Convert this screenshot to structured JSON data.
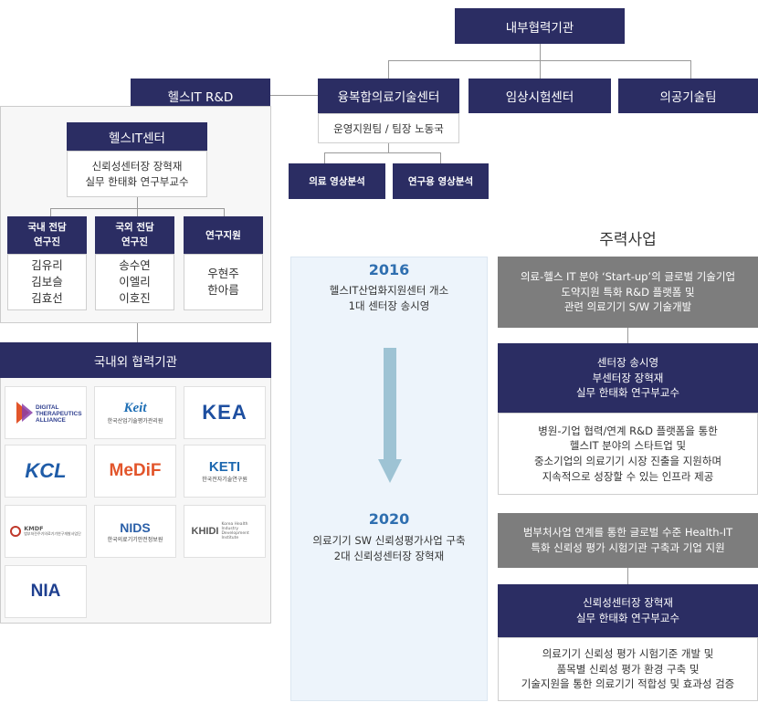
{
  "top": {
    "internal_partners": "내부협력기관",
    "healthit_rd": "헬스IT R&D",
    "convergence_center": "융복합의료기술센터",
    "convergence_sub": "운영지원팀 / 팀장 노동국",
    "clinical_trial_center": "임상시험센터",
    "engineering_team": "의공기술팀",
    "medical_imaging": "의료 영상분석",
    "research_imaging": "연구용 영상분석"
  },
  "healthit_center": {
    "title": "헬스IT센터",
    "lines": [
      "신뢰성센터장 장혁재",
      "실무 한태화 연구부교수"
    ],
    "teams": [
      {
        "title_lines": [
          "국내 전담",
          "연구진"
        ],
        "members": [
          "김유리",
          "김보슬",
          "김효선"
        ]
      },
      {
        "title_lines": [
          "국외 전담",
          "연구진"
        ],
        "members": [
          "송수연",
          "이엘리",
          "이호진"
        ]
      },
      {
        "title_lines": [
          "연구지원"
        ],
        "members": [
          "우현주",
          "한아름"
        ]
      }
    ]
  },
  "partners": {
    "title": "국내외 협력기관",
    "logos": [
      {
        "name": "dta-logo",
        "lines": [
          "DIGITAL",
          "THERAPEUTICS",
          "ALLIANCE"
        ],
        "color": "#2f3f8f"
      },
      {
        "name": "keit-logo",
        "lines": [
          "Keit",
          "한국산업기술평가관리원"
        ],
        "color": "#1f6fb5"
      },
      {
        "name": "kea-logo",
        "lines": [
          "KEA"
        ],
        "color": "#1e4fa0"
      },
      {
        "name": "kcl-logo",
        "lines": [
          "KCL"
        ],
        "color": "#1f5ca8"
      },
      {
        "name": "medif-logo",
        "lines": [
          "MeDiF"
        ],
        "color": "#e2552b"
      },
      {
        "name": "keti-logo",
        "lines": [
          "KETI",
          "한국전자기술연구원"
        ],
        "color": "#1d68b0"
      },
      {
        "name": "kmdf-logo",
        "lines": [
          "KMDF",
          "범부처전주기의료기기연구개발사업단"
        ],
        "color": "#555555"
      },
      {
        "name": "nids-logo",
        "lines": [
          "NIDS",
          "한국의료기기안전정보원"
        ],
        "color": "#2a5fa8"
      },
      {
        "name": "khidi-logo",
        "lines": [
          "KHIDI",
          "Korea Health Industry Development Institute"
        ],
        "color": "#555555"
      },
      {
        "name": "nia-logo",
        "lines": [
          "NIA"
        ],
        "color": "#1e3f8f"
      }
    ]
  },
  "timeline": {
    "year1": "2016",
    "desc1": [
      "헬스IT산업화지원센터 개소",
      "1대 센터장 송시영"
    ],
    "year2": "2020",
    "desc2": [
      "의료기기 SW 신뢰성평가사업 구축",
      "2대 신뢰성센터장 장혁재"
    ]
  },
  "main_business": {
    "title": "주력사업",
    "block1": {
      "header": [
        "의료-헬스 IT 분야 ‘Start-up’의 글로벌 기술기업",
        "도약지원 특화 R&D 플랫폼 및",
        "관련 의료기기 S/W 기술개발"
      ],
      "lead": [
        "센터장 송시영",
        "부센터장 장혁재",
        "실무 한태화 연구부교수"
      ],
      "desc": [
        "병원-기업 협력/연계 R&D 플랫폼을 통한",
        "헬스IT 분야의 스타트업 및",
        "중소기업의 의료기기 시장 진출을 지원하며",
        "지속적으로 성장할 수 있는 인프라 제공"
      ]
    },
    "block2": {
      "header": [
        "범부처사업 연계를 통한 글로벌 수준 Health-IT",
        "특화 신뢰성 평가 시험기관 구축과 기업 지원"
      ],
      "lead": [
        "신뢰성센터장 장혁재",
        "실무 한태화 연구부교수"
      ],
      "desc": [
        "의료기기 신뢰성 평가 시험기준 개발 및",
        "품목별 신뢰성 평가 환경 구축 및",
        "기술지원을 통한 의료기기 적합성 및 효과성 검증"
      ]
    }
  },
  "colors": {
    "navy": "#2b2d63",
    "grey": "#7d7d7d",
    "year_blue": "#2f6fb0",
    "arrow": "#9ec3d4"
  }
}
